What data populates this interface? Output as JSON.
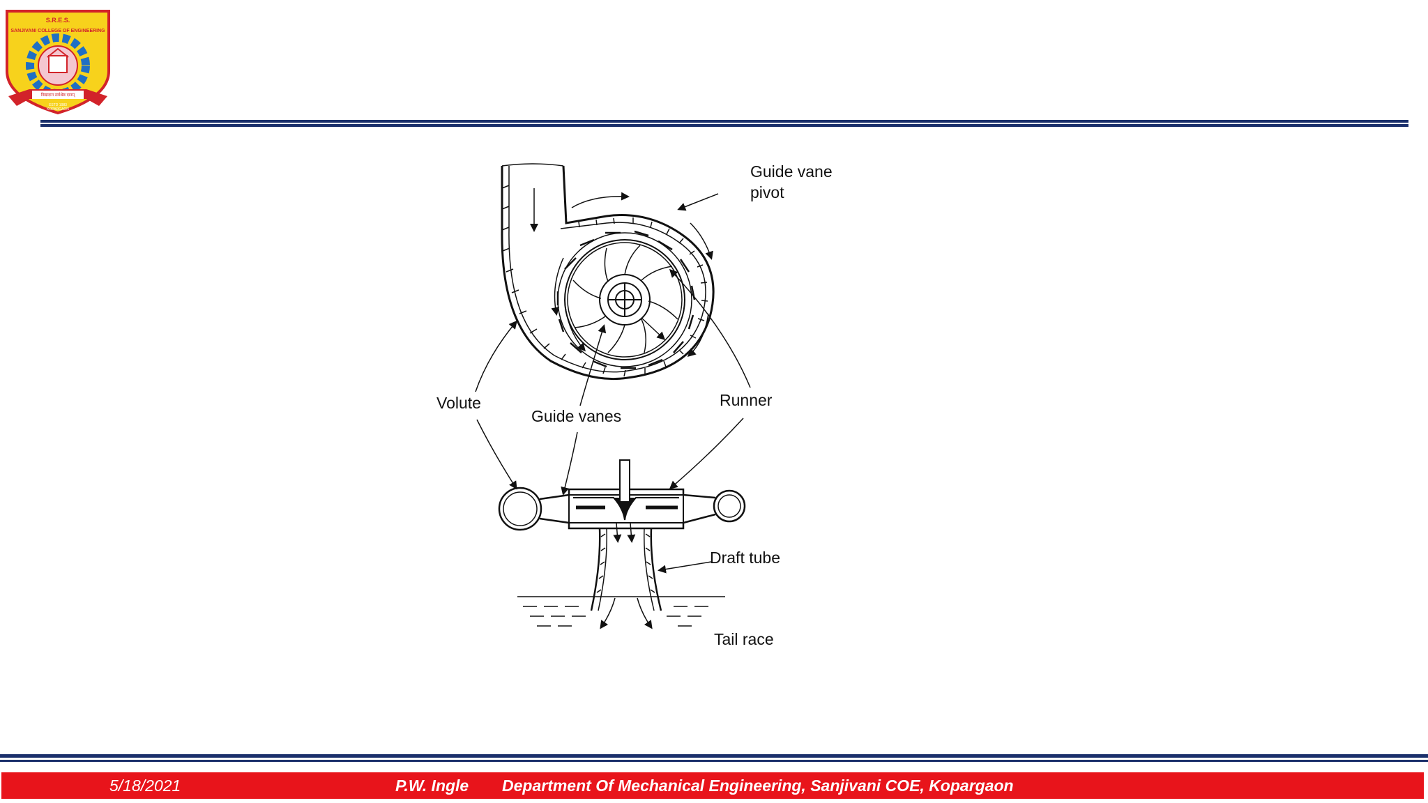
{
  "header": {
    "logo": {
      "icon": "college-crest-logo",
      "text_top": "S.R.E.S.",
      "text_name": "SANJIVANI COLLEGE OF ENGINEERING",
      "text_motto": "विद्यादान सर्वश्रेष्ठ दानम्",
      "text_year": "ESTD 1983",
      "text_place": "KOPARGAON"
    }
  },
  "diagram": {
    "labels": {
      "guide_vane_pivot_line1": "Guide vane",
      "guide_vane_pivot_line2": "pivot",
      "volute": "Volute",
      "guide_vanes": "Guide vanes",
      "runner": "Runner",
      "draft_tube": "Draft tube",
      "tail_race": "Tail race"
    }
  },
  "footer": {
    "date": "5/18/2021",
    "author": "P.W. Ingle",
    "department": "Department Of Mechanical Engineering,  Sanjivani COE, Kopargaon"
  },
  "colors": {
    "rule_blue": "#1a2f6b",
    "footer_red": "#e8141b"
  }
}
